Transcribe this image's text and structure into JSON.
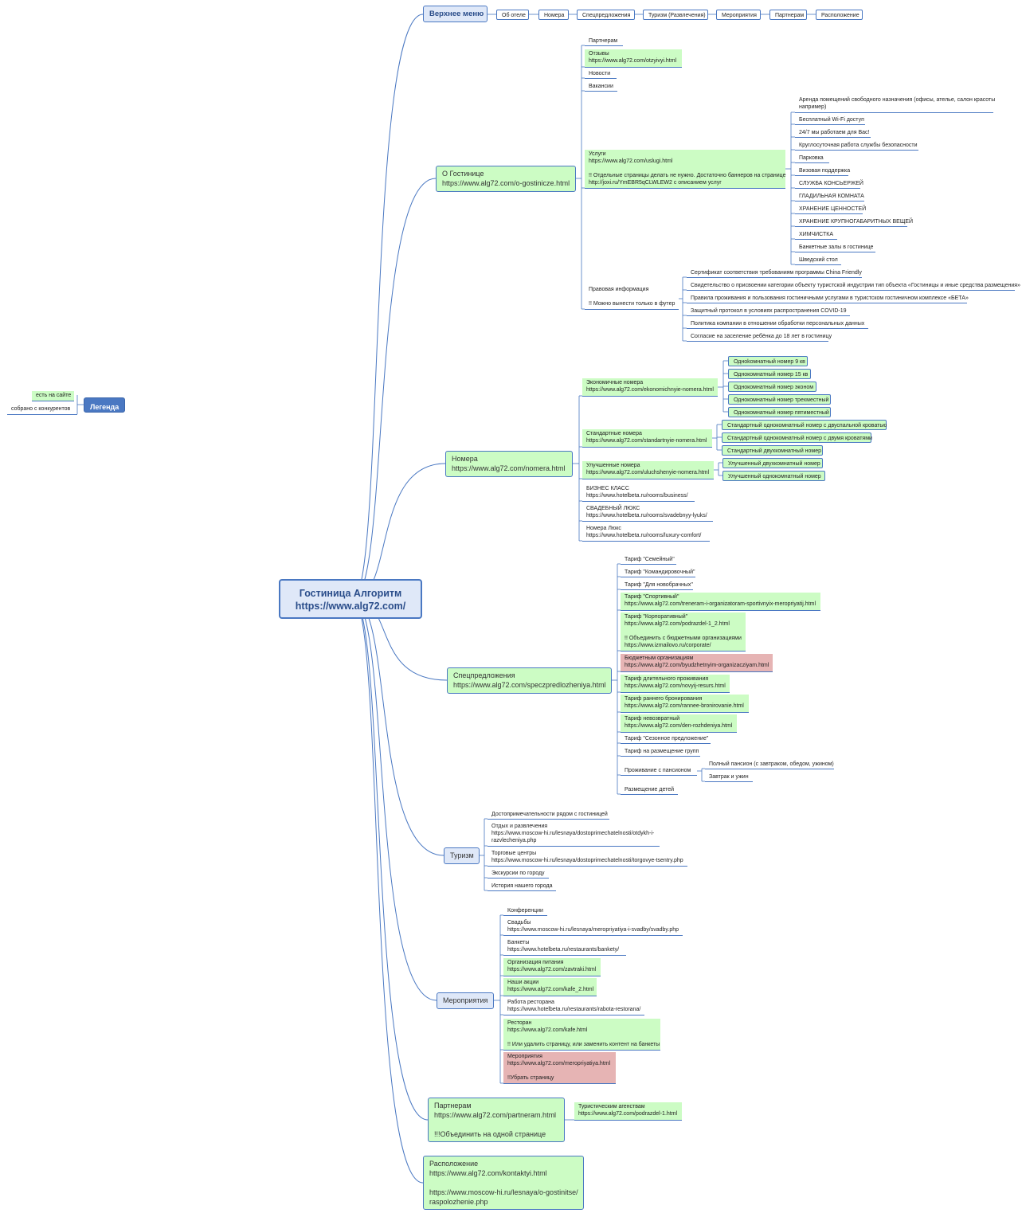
{
  "root": {
    "title": "Гостиница Алгоритм\nhttps://www.alg72.com/"
  },
  "legend": {
    "title": "Легенда",
    "on_site": "есть на сайте",
    "competitors": "собрано с конкурентов"
  },
  "colors": {
    "line": "#4a78c2",
    "green": "#ccfcc4",
    "red": "#e6b4b4",
    "box_blue": "#dfe8f8"
  },
  "top_menu": {
    "title": "Верхнее меню",
    "items": [
      "Об отеле",
      "Номера",
      "Спецпредложения",
      "Туризм (Развлечения)",
      "Мероприятия",
      "Партнерам",
      "Расположение"
    ]
  },
  "about": {
    "title": "О Гостинице\nhttps://www.alg72.com/o-gostinicze.html",
    "items": [
      "Партнерам",
      "Отзывы\nhttps://www.alg72.com/otzyivyi.html",
      "Новости",
      "Вакансии"
    ],
    "services": {
      "label": "Услуги\nhttps://www.alg72.com/uslugi.html\n\n!! Отдельные страницы делать не нужно. Достаточно баннеров на странице\nhttp://joxi.ru/YmEBR5qCLWLEW2 с описанием услуг",
      "items": [
        "Аренда помещений свободного назначения (офисы, ателье, салон красоты\nнапример)",
        "Бесплатный Wi-Fi доступ",
        "24/7 мы работаем для Вас!",
        "Круглосуточная работа службы безопасности",
        "Парковка",
        "Визовая поддержка",
        "СЛУЖБА КОНСЬЕРЖЕЙ",
        "ГЛАДИЛЬНАЯ КОМНАТА",
        "ХРАНЕНИЕ ЦЕННОСТЕЙ",
        "ХРАНЕНИЕ КРУПНОГАБАРИТНЫХ ВЕЩЕЙ",
        "ХИМЧИСТКА",
        "Банкетные залы в гостинице",
        "Шведский стол"
      ]
    },
    "legal": {
      "label": "Правовая информация\n\n!! Можно вынести только в футер",
      "items": [
        "Сертификат соответствия требованиям программы China Friendly",
        "Свидетельство о присвоении категории объекту туристской индустрии тип объекта «Гостиницы и иные средства размещения»",
        "Правила проживания и пользования гостиничными услугами в туристском гостиничном комплексе «БЕТА»",
        "Защитный протокол в условиях распространения COVID-19",
        "Политика компании в отношении обработки персональных данных",
        "Согласие на заселение ребёнка до 18 лет в гостиницу"
      ]
    }
  },
  "rooms": {
    "title": "Номера\nhttps://www.alg72.com/nomera.html",
    "economy": {
      "label": "Экономичные номера\nhttps://www.alg72.com/ekonomichnyie-nomera.html",
      "items": [
        "Одноkомнатный номер 9 кв",
        "Однокомнатный номер 15 кв",
        "Однокомнатный номер эконом",
        "Однокомнатный номер трехместный",
        "Однокомнатный номер пятиместный"
      ]
    },
    "standard": {
      "label": "Стандартные номера\nhttps://www.alg72.com/standartnyie-nomera.html",
      "items": [
        "Стандартный однокомнатный номер с двуспальной кроватью",
        "Стандартный однокомнатный номер с двумя кроватями",
        "Стандартный двухкомнатный номер"
      ]
    },
    "improved": {
      "label": "Улучшенные номера\nhttps://www.alg72.com/uluchshenyie-nomera.html",
      "items": [
        "Улучшенный двухкомнатный номер",
        "Улучшенный однокомнатный номер"
      ]
    },
    "others": [
      "БИЗНЕС КЛАСС\nhttps://www.hotelbeta.ru/rooms/business/",
      "СВАДЕБНЫЙ ЛЮКС\nhttps://www.hotelbeta.ru/rooms/svadebnyy-lyuks/",
      "Номера Люкс\nhttps://www.hotelbeta.ru/rooms/luxury-comfort/"
    ]
  },
  "offers": {
    "title": "Спецпредложения\nhttps://www.alg72.com/speczpredlozheniya.html",
    "items": [
      "Тариф \"Семейный\"",
      "Тариф \"Командировочный\"",
      "Тариф \"Для новобрачных\"",
      "Тариф \"Спортивный\"\nhttps://www.alg72.com/treneram-i-organizatoram-sportivnyix-meropriyatij.html",
      "Тариф \"Корпоративный\"\nhttps://www.alg72.com/podrazdel-1_2.html\n\n!! Объединить с бюджетными организациями\nhttps://www.izmailovo.ru/corporate/",
      "Бюджетным организациям\nhttps://www.alg72.com/byudzhetnyim-organizacziyam.html",
      "Тариф длительного проживания\nhttps://www.alg72.com/novyij-resurs.html",
      "Тариф раннего бронирования\nhttps://www.alg72.com/rannee-bronirovanie.html",
      "Тариф невозвратный\nhttps://www.alg72.com/den-rozhdeniya.html",
      "Тариф \"Сезонное предложение\"",
      "Тариф на размещение групп",
      "Проживание с пансионом",
      "Размещение детей"
    ],
    "pension": [
      "Полный пансион (с завтраком, обедом, ужином)",
      "Завтрак и ужин"
    ]
  },
  "tourism": {
    "title": "Туризм",
    "items": [
      "Достопримечательности рядом с гостиницей",
      "Отдых и развлечения\nhttps://www.moscow-hi.ru/lesnaya/dostoprimechatelnosti/otdykh-i-\nrazvlecheniya.php",
      "Торговые центры\nhttps://www.moscow-hi.ru/lesnaya/dostoprimechatelnosti/torgovye-tsentry.php",
      "Экскурсии по городу",
      "История нашего города"
    ]
  },
  "events": {
    "title": "Мероприятия",
    "items": [
      "Конференции",
      "Свадьбы\nhttps://www.moscow-hi.ru/lesnaya/meropriyatiya-i-svadby/svadby.php",
      "Банкеты\nhttps://www.hotelbeta.ru/restaurants/bankety/",
      "Организация питания\nhttps://www.alg72.com/zavtraki.html",
      "Наши акции\nhttps://www.alg72.com/kafe_2.html",
      "Работа ресторана\nhttps://www.hotelbeta.ru/restaurants/rabota-restorana/",
      "Ресторан\nhttps://www.alg72.com/kafe.html\n\n!! Или удалить страницу, или заменить контент на банкеты",
      "Мероприятия\nhttps://www.alg72.com/meropriyatiya.html\n\n!!Убрать страницу"
    ]
  },
  "partners": {
    "title": "Партнерам\nhttps://www.alg72.com/partneram.html\n\n!!!Объединить на одной странице",
    "items": [
      "Туристическим агенствам\nhttps://www.alg72.com/podrazdel-1.html"
    ]
  },
  "location": {
    "title": "Расположение\nhttps://www.alg72.com/kontaktyi.html\n\nhttps://www.moscow-hi.ru/lesnaya/o-gostinitse/\nraspolozhenie.php"
  }
}
